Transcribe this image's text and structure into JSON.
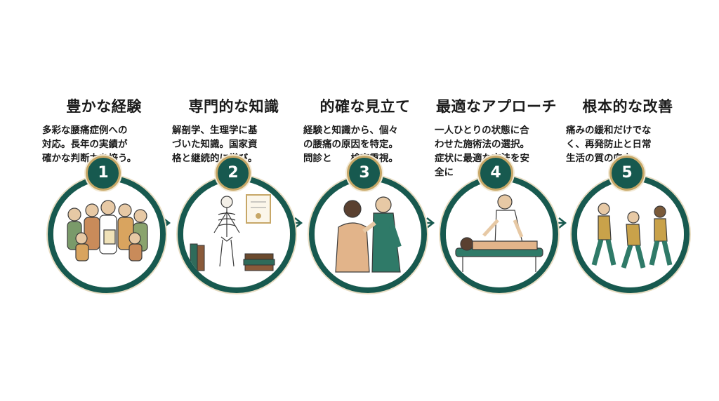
{
  "steps": [
    {
      "number": "1",
      "title": "豊かな経験",
      "description": "多彩な腰痛症例への\n対応。長年の実績が\n確かな判断力を培う。",
      "icon": "family-patients-illustration"
    },
    {
      "number": "2",
      "title": "専門的な知識",
      "description": "解剖学、生理学に基\nづいた知識。国家資\n格と継続的に学び。",
      "icon": "skeleton-books-certificate-illustration"
    },
    {
      "number": "3",
      "title": "的確な見立て",
      "description": "経験と知識から、個々\nの腰痛の原因を特定。\n問診と　　検査重視。",
      "icon": "back-examination-illustration"
    },
    {
      "number": "4",
      "title": "最適なアプローチ",
      "description": "一人ひとりの状態に合\nわせた施術法の選択。\n症状に最適な方法を安\n全に　　　行う。",
      "icon": "treatment-massage-illustration"
    },
    {
      "number": "5",
      "title": "根本的な改善",
      "description": "痛みの緩和だけでな\nく、再発防止と日常\n生活の質の向上。",
      "icon": "walking-people-illustration"
    }
  ],
  "colors": {
    "ring": "#17594f",
    "gold": "#c7a767",
    "arrow": "#17594f",
    "text": "#1b1b1b"
  }
}
